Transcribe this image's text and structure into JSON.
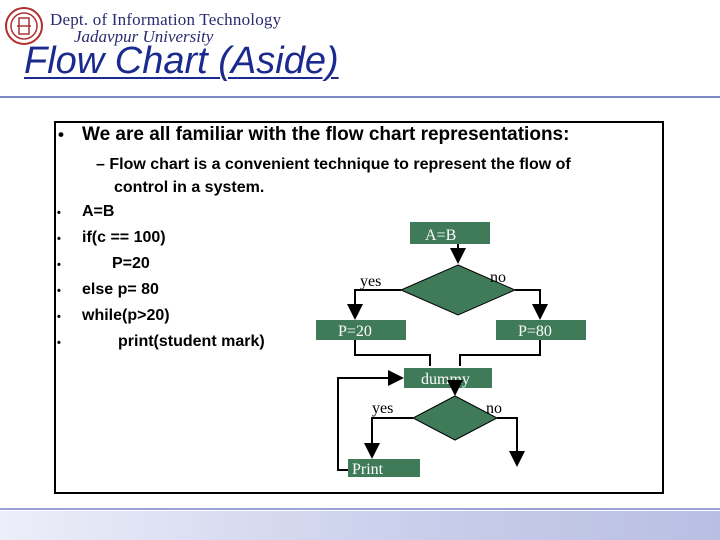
{
  "header": {
    "dept_line1": "Dept. of Information Technology",
    "dept_line2": "Jadavpur University"
  },
  "slide": {
    "title": "Flow Chart  (Aside)",
    "bullet": "We are all familiar with the flow chart representations:",
    "sub_bullet_line1": "– Flow chart is a convenient technique to represent the flow of",
    "sub_bullet_line2": "control in a system.",
    "code_lines": [
      "A=B",
      "if(c == 100)",
      "P=20",
      "else  p= 80",
      "while(p>20)",
      "print(student mark)"
    ]
  },
  "diagram": {
    "box_ab": "A=B",
    "yes1": "yes",
    "no1": "no",
    "box_p20": "P=20",
    "box_p80": "P=80",
    "box_dummy": "dummy",
    "yes2": "yes",
    "no2": "no",
    "box_print": "Print"
  },
  "colors": {
    "title": "#1a2a8e",
    "diagram_fill": "#3f7a59",
    "rule": "#7d86c8"
  }
}
